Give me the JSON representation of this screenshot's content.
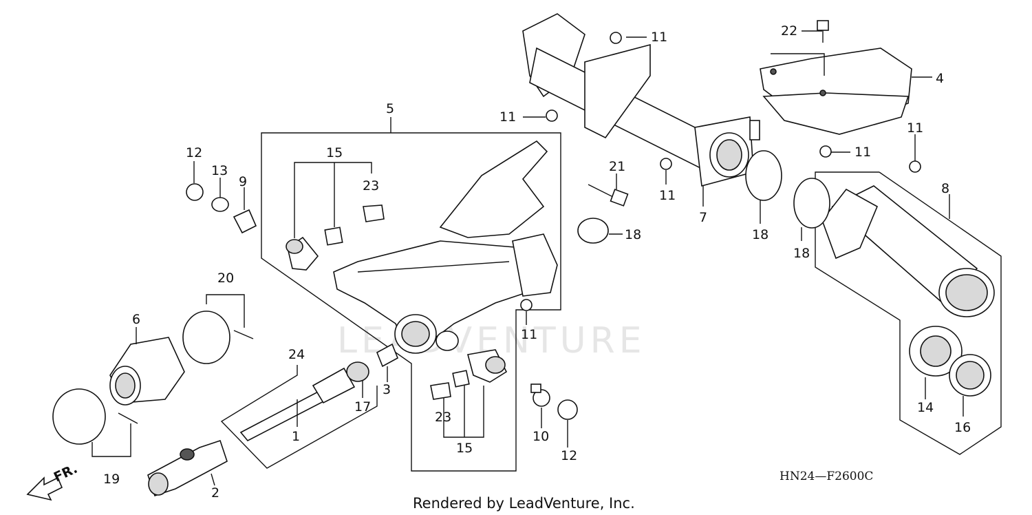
{
  "diagram_code": "HN24—F2600C",
  "credit": "Rendered by LeadVenture, Inc.",
  "watermark": "LEADVENTURE",
  "direction": {
    "label": "FR."
  },
  "callouts": {
    "c1": "1",
    "c2": "2",
    "c3": "3",
    "c4": "4",
    "c5": "5",
    "c6": "6",
    "c7": "7",
    "c8": "8",
    "c9": "9",
    "c10": "10",
    "c11a": "11",
    "c11b": "11",
    "c11c": "11",
    "c11d": "11",
    "c11e": "11",
    "c11f": "11",
    "c12a": "12",
    "c12b": "12",
    "c13": "13",
    "c14": "14",
    "c15a": "15",
    "c15b": "15",
    "c16": "16",
    "c17": "17",
    "c18a": "18",
    "c18b": "18",
    "c18c": "18",
    "c19": "19",
    "c20": "20",
    "c21": "21",
    "c22": "22",
    "c23a": "23",
    "c23b": "23",
    "c24": "24"
  }
}
